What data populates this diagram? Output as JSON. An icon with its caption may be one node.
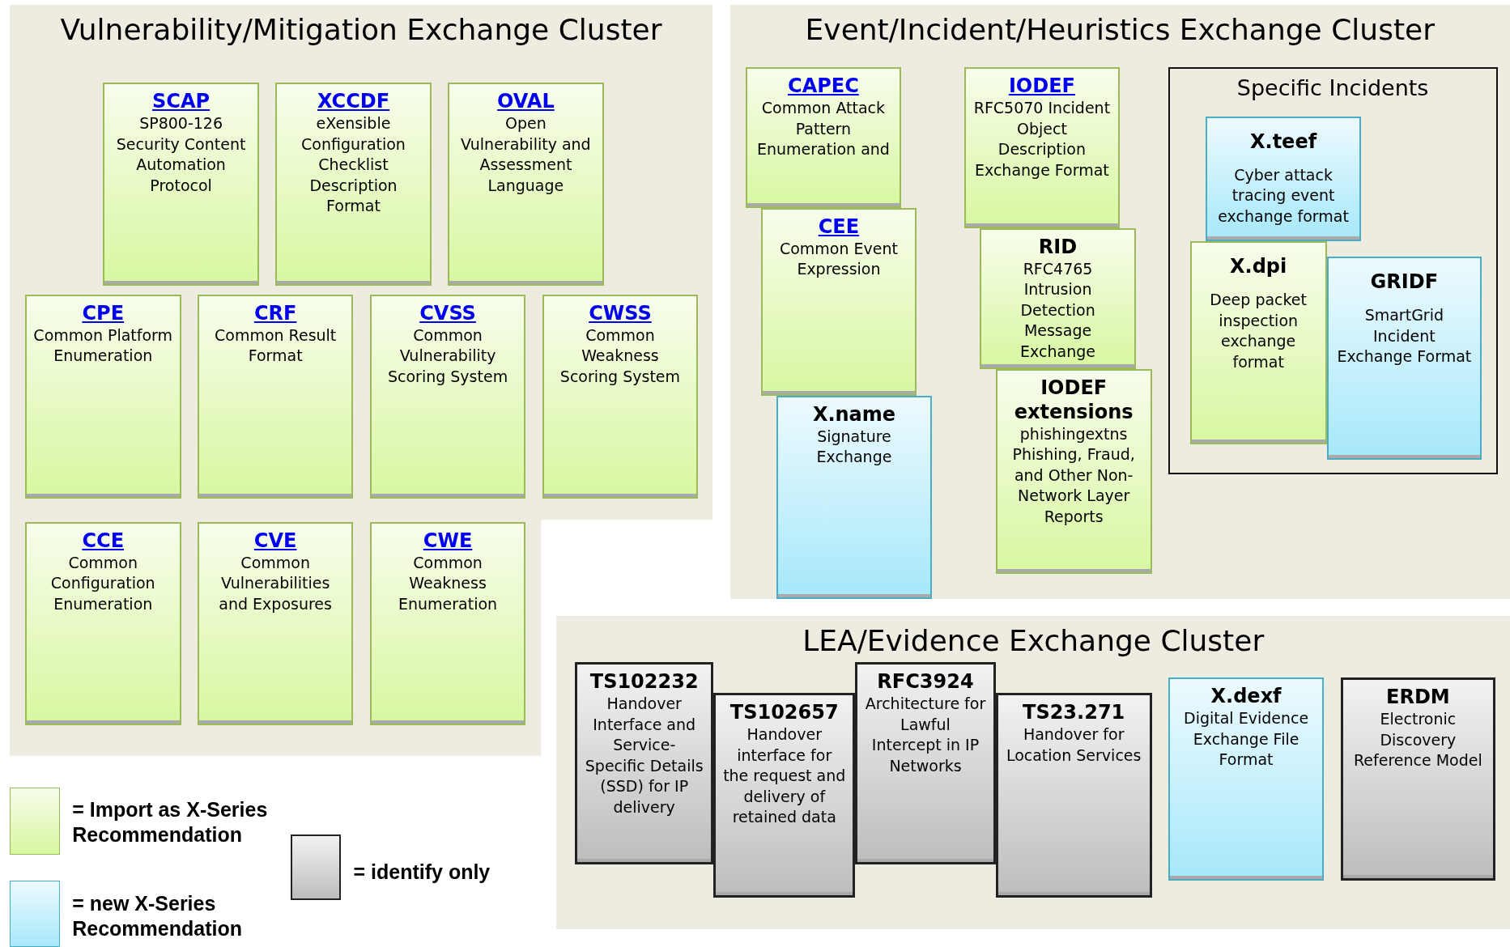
{
  "diagram": {
    "nodes": [
      {
        "text": [
          "Vulnerability/Mitigation Exchange Cluster"
        ]
      },
      {
        "text": [
          "SCAP",
          "SP800-126 Security Content Automation Protocol"
        ],
        "in": 0
      },
      {
        "text": [
          "XCCDF",
          "eXensible Configuration Checklist Description Format"
        ],
        "in": 0
      },
      {
        "text": [
          "OVAL",
          "Open Vulnerability and Assessment Language"
        ],
        "in": 0
      },
      {
        "text": [
          "CPE",
          "Common Platform Enumeration"
        ],
        "in": 0
      },
      {
        "text": [
          "CRF",
          "Common Result Format"
        ],
        "in": 0
      },
      {
        "text": [
          "CVSS",
          "Common Vulnerability Scoring System"
        ],
        "in": 0
      },
      {
        "text": [
          "CWSS",
          "Common Weakness Scoring System"
        ],
        "in": 0
      },
      {
        "text": [
          "CCE",
          "Common Configuration Enumeration"
        ],
        "in": 0
      },
      {
        "text": [
          "CVE",
          "Common Vulnerabilities and Exposures"
        ],
        "in": 0
      },
      {
        "text": [
          "CWE",
          "Common Weakness Enumeration"
        ],
        "in": 0
      },
      {
        "text": [
          "Event/Incident/Heuristics Exchange Cluster"
        ]
      },
      {
        "text": [
          "CAPEC",
          "Common Attack Pattern Enumeration and"
        ],
        "in": 11
      },
      {
        "text": [
          "CEE",
          "Common Event Expression"
        ],
        "in": 11
      },
      {
        "text": [
          "X.name",
          "Signature Exchange"
        ],
        "in": 11
      },
      {
        "text": [
          "IODEF",
          "RFC5070 Incident Object Description Exchange Format"
        ],
        "in": 11
      },
      {
        "text": [
          "RID",
          "RFC4765 Intrusion Detection Message Exchange"
        ],
        "in": 11
      },
      {
        "text": [
          "IODEF extensions",
          "phishingextns Phishing, Fraud, and Other Non-Network Layer Reports"
        ],
        "in": 11
      },
      {
        "text": [
          "Specific Incidents"
        ],
        "in": 11
      },
      {
        "text": [
          "X.teef",
          "Cyber attack tracing event exchange format"
        ],
        "in": 18
      },
      {
        "text": [
          "X.dpi",
          "Deep packet inspection exchange format"
        ],
        "in": 18
      },
      {
        "text": [
          "GRIDF",
          "SmartGrid Incident Exchange Format"
        ],
        "in": 18
      },
      {
        "text": [
          "LEA/Evidence Exchange Cluster"
        ]
      },
      {
        "text": [
          "TS102232",
          "Handover Interface and Service-Specific Details (SSD) for IP delivery"
        ],
        "in": 22
      },
      {
        "text": [
          "TS102657",
          "Handover interface for the request and delivery of retained data"
        ],
        "in": 22
      },
      {
        "text": [
          "RFC3924",
          "Architecture for Lawful Intercept in IP Networks"
        ],
        "in": 22
      },
      {
        "text": [
          "TS23.271",
          "Handover for Location Services"
        ],
        "in": 22
      },
      {
        "text": [
          "X.dexf",
          "Digital Evidence Exchange File Format"
        ],
        "in": 22
      },
      {
        "text": [
          "ERDM",
          "Electronic Discovery Reference Model"
        ],
        "in": 22
      }
    ],
    "legend": [
      {
        "text": "= Import as X-Series Recommendation",
        "color": "#d8f7a0"
      },
      {
        "text": "= new X-Series Recommendation",
        "color": "#a6e8fa"
      },
      {
        "text": "= identify only",
        "color": "#bdbdbd"
      }
    ]
  }
}
